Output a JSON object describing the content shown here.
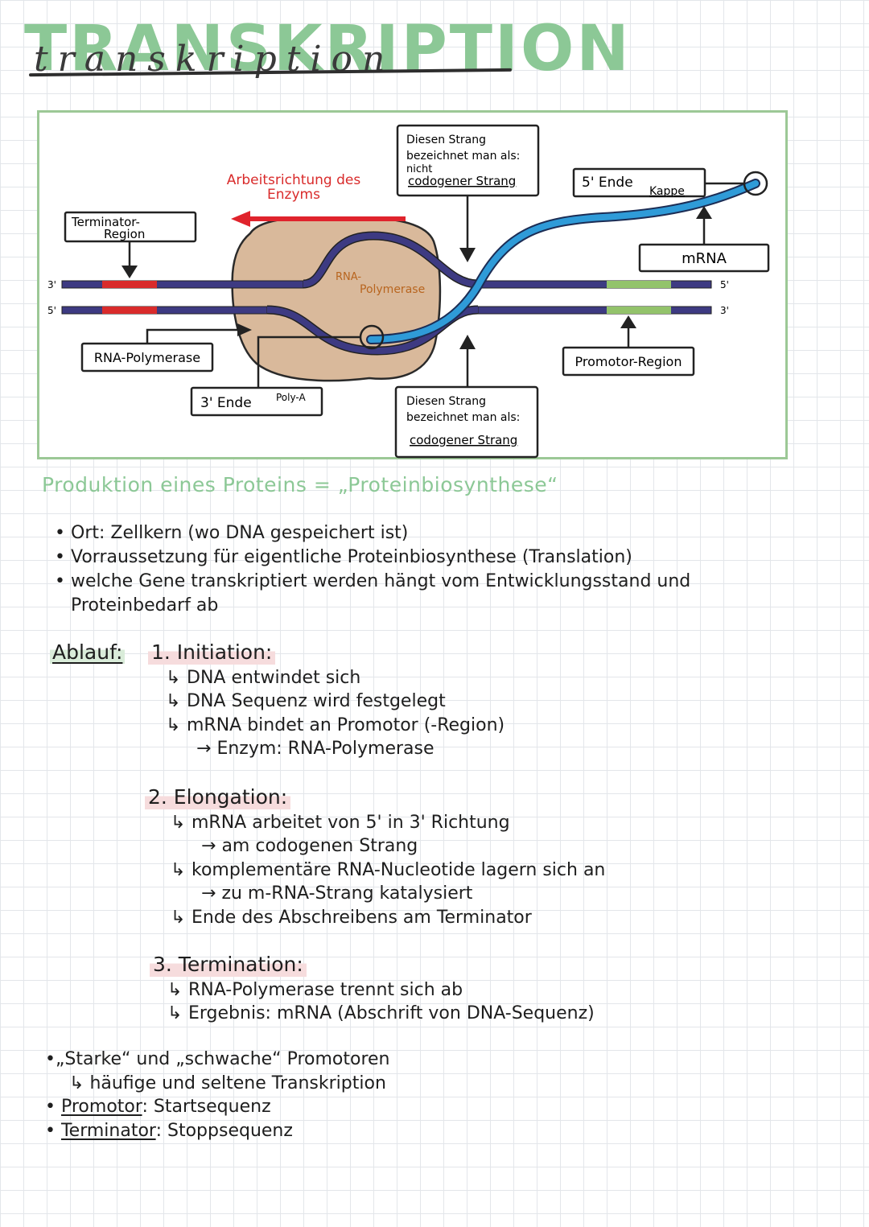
{
  "title": "TRANSKRIPTION",
  "title_script": "transkription",
  "diagram": {
    "direction_label_1": "Arbeitsrichtung des",
    "direction_label_2": "Enzyms",
    "non_coding_label_1": "Diesen Strang",
    "non_coding_label_2": "bezeichnet man als:",
    "non_coding_label_3": "nicht",
    "non_coding_label_4": "codogener Strang",
    "end5_label": "5' Ende",
    "end5_sub": "Kappe",
    "terminator_label_1": "Terminator-",
    "terminator_label_2": "Region",
    "mrna_label": "mRNA",
    "strand_top_left": "3'",
    "strand_bottom_left": "5'",
    "strand_top_right": "5'",
    "strand_bottom_right": "3'",
    "polymerase_center_1": "RNA-",
    "polymerase_center_2": "Polymerase",
    "polymerase_label": "RNA-Polymerase",
    "promoter_label": "Promotor-Region",
    "end3_label": "3' Ende",
    "end3_sub": "Poly-A",
    "coding_label_1": "Diesen Strang",
    "coding_label_2": "bezeichnet man als:",
    "coding_label_3": "codogener Strang",
    "colors": {
      "dna": "#3d3a82",
      "terminator": "#d92b2b",
      "promoter": "#93c36b",
      "mrna": "#2f9bd8",
      "polymerase": "#d9b99b",
      "arrow": "#e0232c"
    }
  },
  "subtitle": "Produktion eines Proteins = „Proteinbiosynthese“",
  "bullets": [
    "Ort: Zellkern (wo DNA gespeichert ist)",
    "Vorraussetzung für eigentliche Proteinbiosynthese (Translation)",
    "welche Gene transkriptiert werden hängt vom Entwicklungsstand und Proteinbedarf ab"
  ],
  "ablauf_label": "Ablauf:",
  "phases": {
    "initiation": {
      "title": "1. Initiation:",
      "items": [
        "DNA entwindet sich",
        "DNA Sequenz wird festgelegt",
        "mRNA bindet an Promotor (-Region)"
      ],
      "sub": "Enzym: RNA-Polymerase"
    },
    "elongation": {
      "title": "2. Elongation:",
      "item1": "mRNA arbeitet von 5' in 3' Richtung",
      "sub1": "am codogenen Strang",
      "item2": "komplementäre RNA-Nucleotide lagern sich an",
      "sub2": "zu m-RNA-Strang katalysiert",
      "item3": "Ende des Abschreibens am Terminator"
    },
    "termination": {
      "title": "3. Termination:",
      "items": [
        "RNA-Polymerase trennt sich ab",
        "Ergebnis: mRNA (Abschrift von DNA-Sequenz)"
      ]
    }
  },
  "notes": {
    "line1": "„Starke“ und „schwache“ Promotoren",
    "line2": "häufige und seltene Transkription",
    "promotor_term": "Promotor",
    "promotor_def": ": Startsequenz",
    "terminator_term": "Terminator",
    "terminator_def": ": Stoppsequenz"
  },
  "glyphs": {
    "hook_arrow": "↳",
    "right_arrow": "→"
  }
}
